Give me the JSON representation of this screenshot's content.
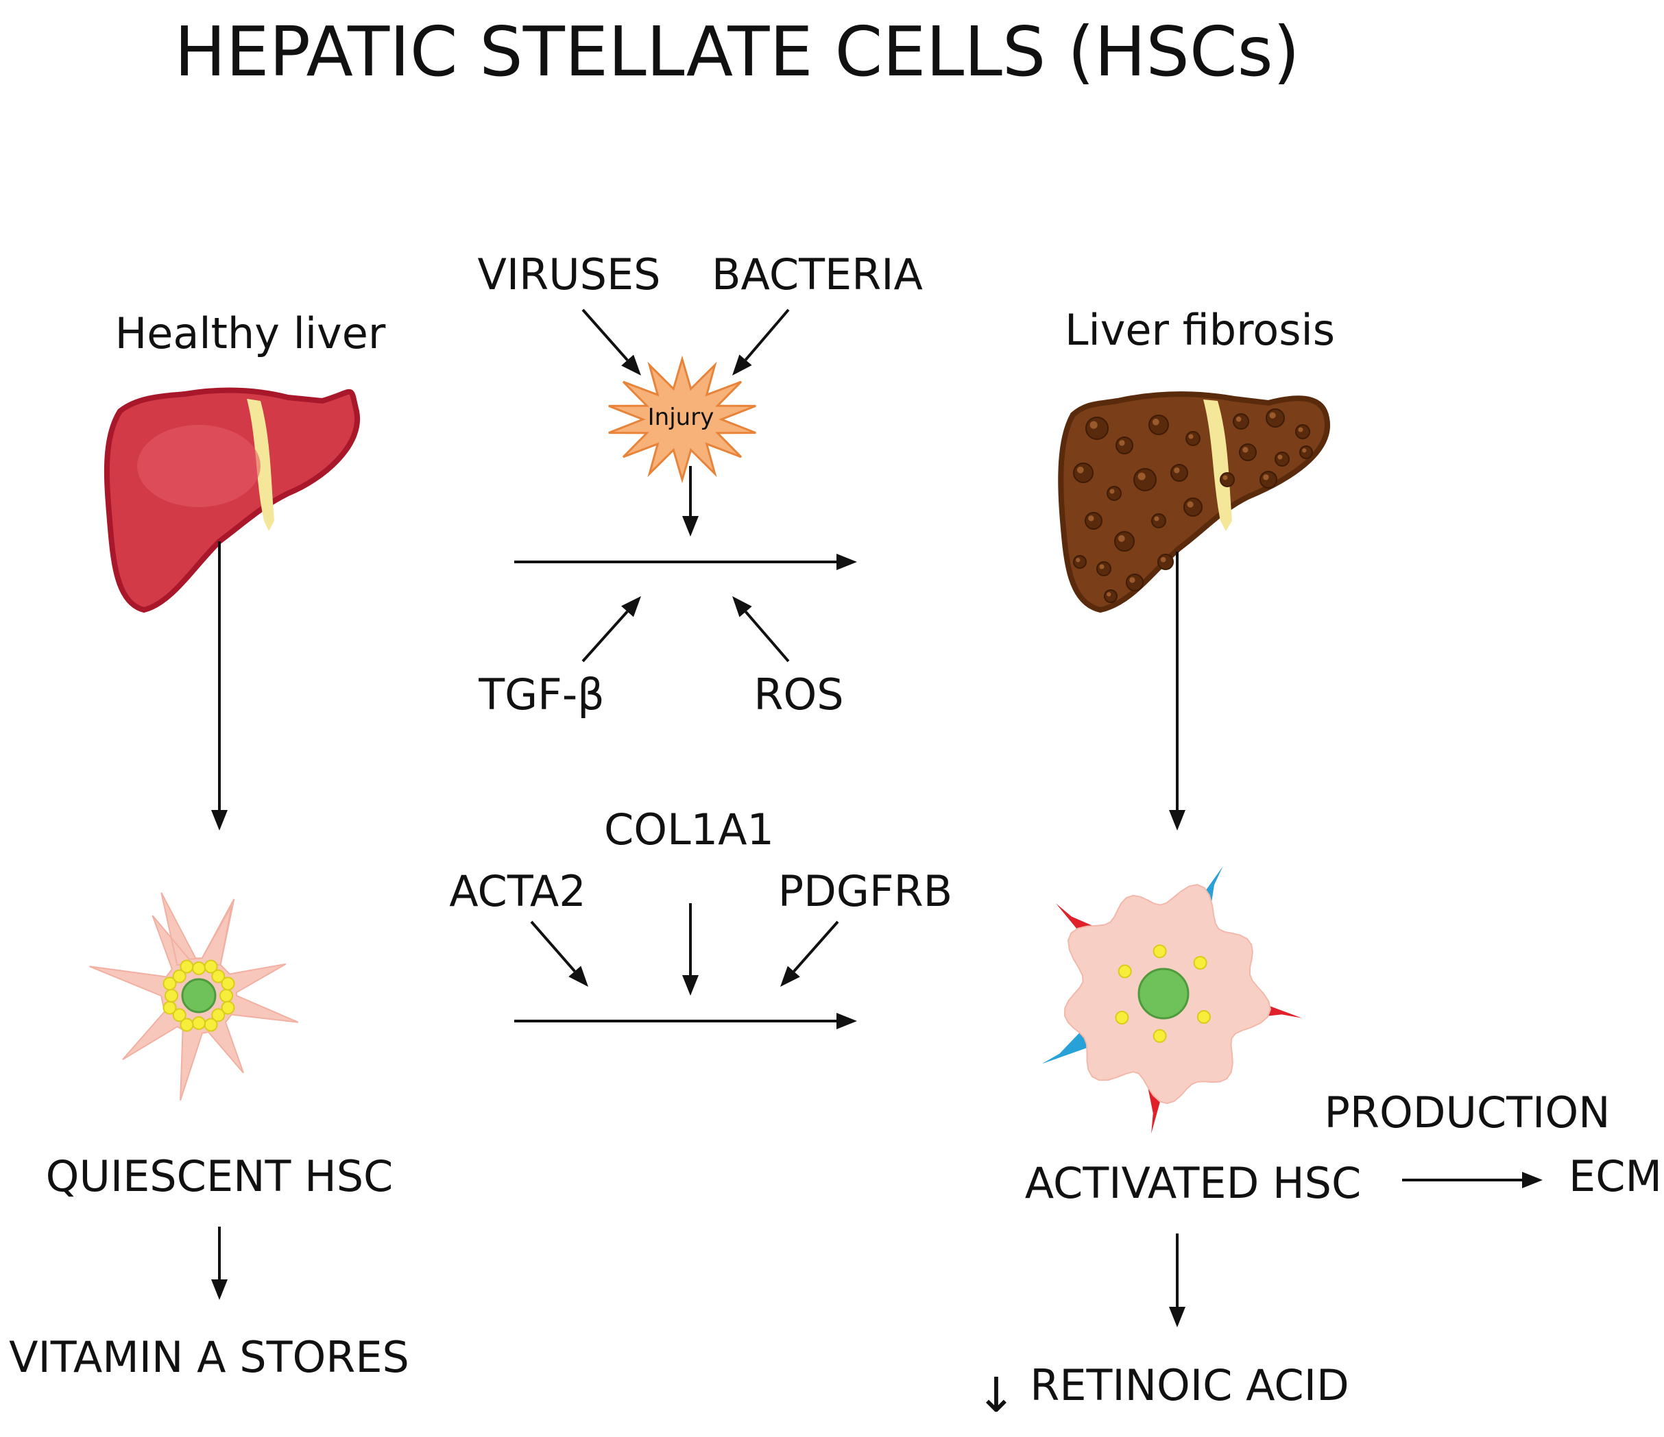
{
  "title": "HEPATIC STELLATE CELLS (HSCs)",
  "labels": {
    "healthy_liver": "Healthy liver",
    "liver_fibrosis": "Liver fibrosis",
    "viruses": "VIRUSES",
    "bacteria": "BACTERIA",
    "injury": "Injury",
    "tgf_beta": "TGF-β",
    "ros": "ROS",
    "col1a1": "COL1A1",
    "acta2": "ACTA2",
    "pdgfrb": "PDGFRB",
    "quiescent_hsc": "QUIESCENT HSC",
    "vitamin_a_stores": "VITAMIN A STORES",
    "activated_hsc": "ACTIVATED HSC",
    "production": "PRODUCTION",
    "ecm": "ECM",
    "retinoic_acid": "RETINOIC ACID",
    "decrease_arrow": "↓"
  },
  "colors": {
    "healthy_liver": "#d23a48",
    "healthy_liver_dark": "#a8182a",
    "gallbladder": "#f4e79a",
    "fibrotic_liver": "#7a3e18",
    "fibrotic_nodule": "#5a2a0c",
    "injury_star": "#f7b27a",
    "injury_star_edge": "#e8843a",
    "quiescent_cell": "#f7c7bb",
    "activated_cell": "#f8cfc4",
    "nucleus": "#6fc25a",
    "vitamin_droplet": "#f7ee3b",
    "spike_red": "#e0202a",
    "spike_blue": "#28a0d8"
  }
}
